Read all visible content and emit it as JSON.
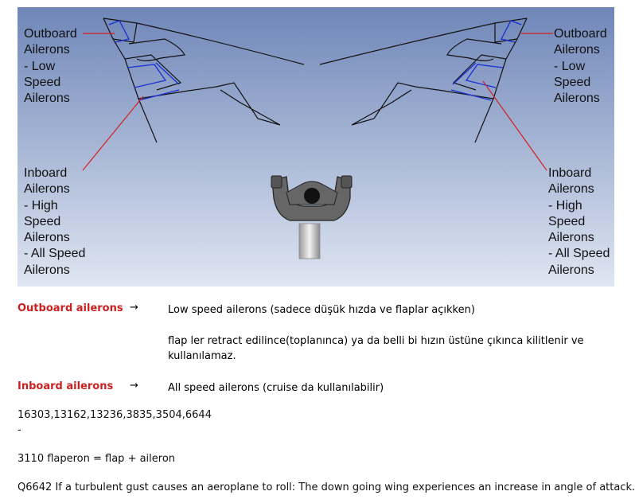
{
  "figure": {
    "labels": {
      "outboard_left": [
        "Outboard",
        "Ailerons",
        "- Low",
        "Speed",
        "Ailerons"
      ],
      "inboard_left": [
        "Inboard",
        "Ailerons",
        "- High",
        "Speed",
        "Ailerons",
        "- All Speed",
        "Ailerons"
      ],
      "outboard_right": [
        "Outboard",
        "Ailerons",
        "- Low",
        "Speed",
        "Ailerons"
      ],
      "inboard_right": [
        "Inboard",
        "Ailerons",
        "- High",
        "Speed",
        "Ailerons",
        "- All Speed",
        "Ailerons"
      ]
    },
    "colors": {
      "background_top": "#6f86b8",
      "background_bottom": "#dfe6f2",
      "aileron_lines": "#1a2fd4",
      "leader_lines": "#d51f1f",
      "wing_outline": "#111111"
    }
  },
  "notes": {
    "outboard": {
      "term": "Outboard ailerons",
      "arrow": "→",
      "desc1": "Low speed ailerons (sadece düşük hızda ve flaplar açıkken)",
      "desc2_l1": "flap ler retract edilince(toplanınca) ya da belli bi hızın üstüne çıkınca kilitlenir ve",
      "desc2_l2": "kullanılamaz."
    },
    "inboard": {
      "term": "Inboard ailerons",
      "arrow": "→",
      "desc": "All speed ailerons (cruise da kullanılabilir)"
    },
    "numbers": "16303,13162,13236,3835,3504,6644",
    "dash": "-",
    "flaperon": "3110 flaperon = flap + aileron",
    "question": "Q6642  If a turbulent gust causes an aeroplane to roll: The down going wing experiences an increase in angle of attack."
  }
}
